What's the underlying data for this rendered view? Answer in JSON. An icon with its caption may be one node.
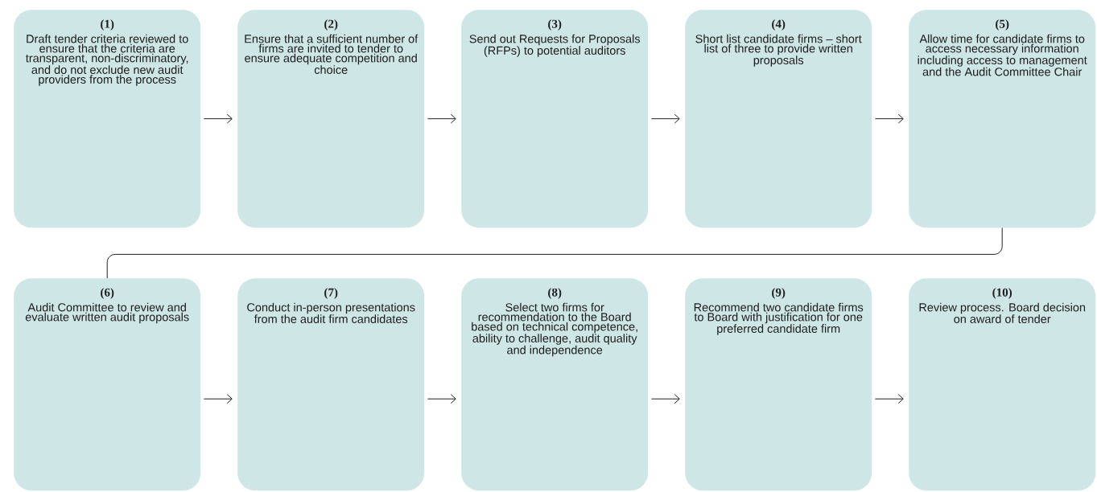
{
  "diagram": {
    "nodes": [
      {
        "text": [
          "(1)",
          "Draft tender criteria reviewed to ensure that the criteria are transparent, non-discriminatory, and do not exclude new audit providers from the process"
        ]
      },
      {
        "text": [
          "(2)",
          "Ensure that a sufficient number of firms are invited to tender to ensure adequate competition and choice"
        ]
      },
      {
        "text": [
          "(3)",
          "Send out Requests for Proposals (RFPs) to potential auditors"
        ]
      },
      {
        "text": [
          "(4)",
          "Short list candidate firms – short list of three to provide written proposals"
        ]
      },
      {
        "text": [
          "(5)",
          "Allow time for candidate firms to access necessary information including access to management and the Audit Committee Chair"
        ]
      },
      {
        "text": [
          "(6)",
          "Audit Committee to review and evaluate written audit proposals"
        ]
      },
      {
        "text": [
          "(7)",
          "Conduct in-person presentations from the audit firm candidates"
        ]
      },
      {
        "text": [
          "(8)",
          "Select two firms for recommendation to the Board based on technical competence, ability to challenge, audit quality and independence"
        ]
      },
      {
        "text": [
          "(9)",
          "Recommend two candidate firms to Board with justification for one preferred candidate firm"
        ]
      },
      {
        "text": [
          "(10)",
          "Review process. Board decision on award of tender"
        ]
      }
    ],
    "edges": [
      {
        "from": 0,
        "to": 1,
        "arrow": "to"
      },
      {
        "from": 1,
        "to": 2,
        "arrow": "to"
      },
      {
        "from": 2,
        "to": 3,
        "arrow": "to"
      },
      {
        "from": 3,
        "to": 4,
        "arrow": "to"
      },
      {
        "from": 4,
        "to": 5,
        "arrow": "none"
      },
      {
        "from": 5,
        "to": 6,
        "arrow": "to"
      },
      {
        "from": 6,
        "to": 7,
        "arrow": "to"
      },
      {
        "from": 7,
        "to": 8,
        "arrow": "to"
      },
      {
        "from": 8,
        "to": 9,
        "arrow": "to"
      }
    ]
  }
}
